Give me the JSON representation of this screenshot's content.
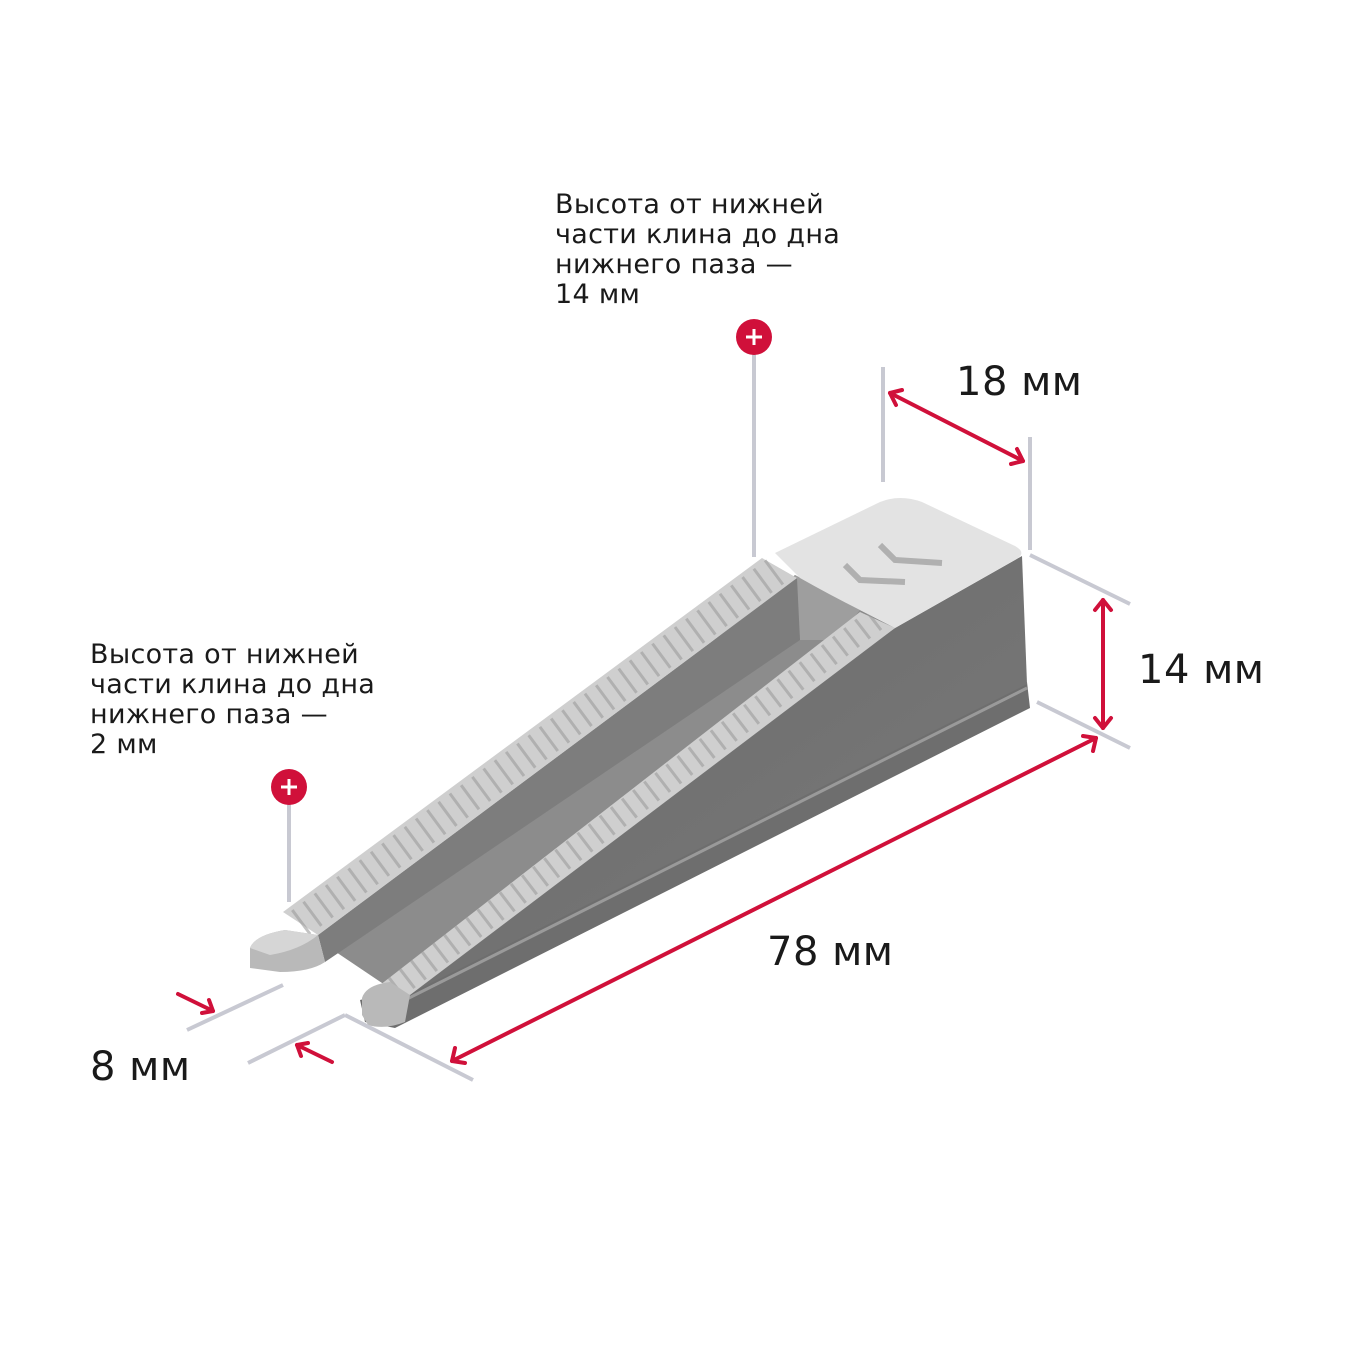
{
  "callouts": {
    "top": [
      "Высота от нижней",
      "части клина до дна",
      "нижнего паза —",
      "14 мм"
    ],
    "left": [
      "Высота от нижней",
      "части клина до дна",
      "нижнего паза —",
      "2 мм"
    ]
  },
  "dimensions": {
    "width": "18 мм",
    "height": "14 мм",
    "length": "78 мм",
    "tip": "8 мм"
  },
  "colors": {
    "accent": "#d0103a",
    "guide": "#c8c9d2",
    "body": "#707070"
  }
}
